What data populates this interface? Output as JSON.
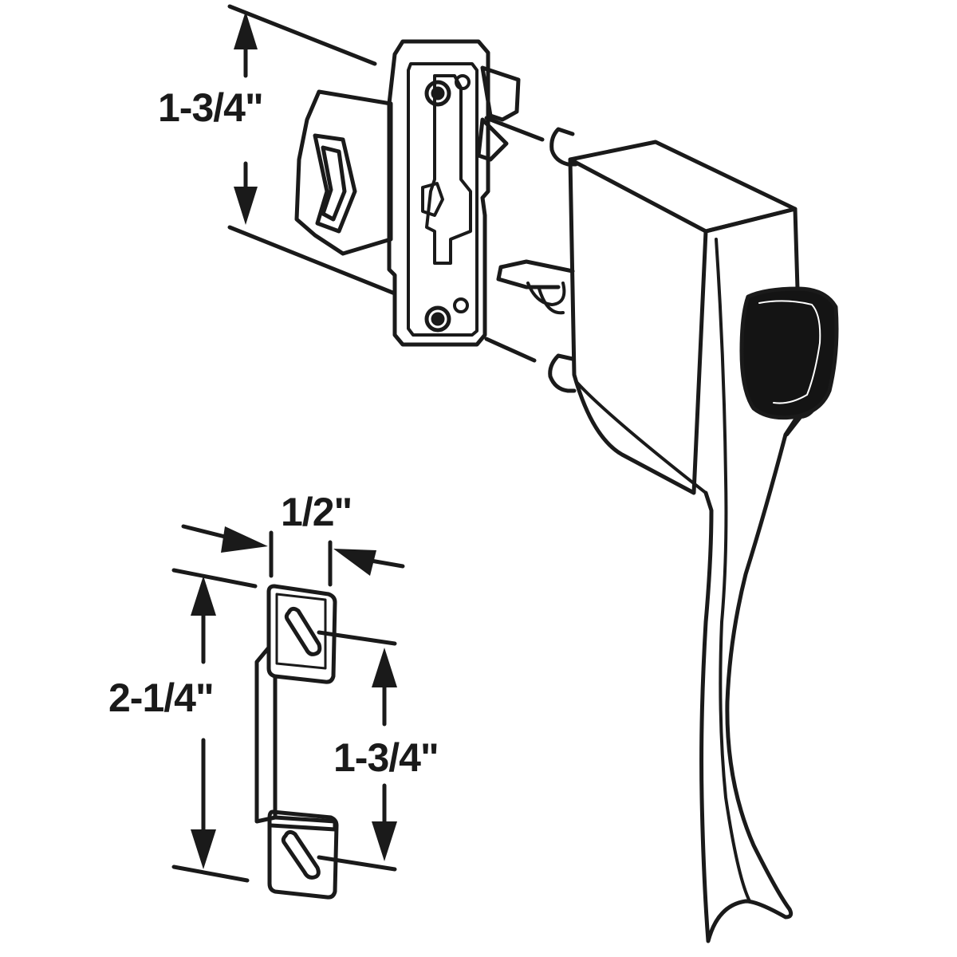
{
  "dimensions": {
    "latch_height": "1-3/4\"",
    "strike_width": "1/2\"",
    "strike_overall_height": "2-1/4\"",
    "strike_hole_spacing": "1-3/4\""
  },
  "colors": {
    "line": "#1a1a1a",
    "background": "#ffffff",
    "button": "#141414"
  }
}
